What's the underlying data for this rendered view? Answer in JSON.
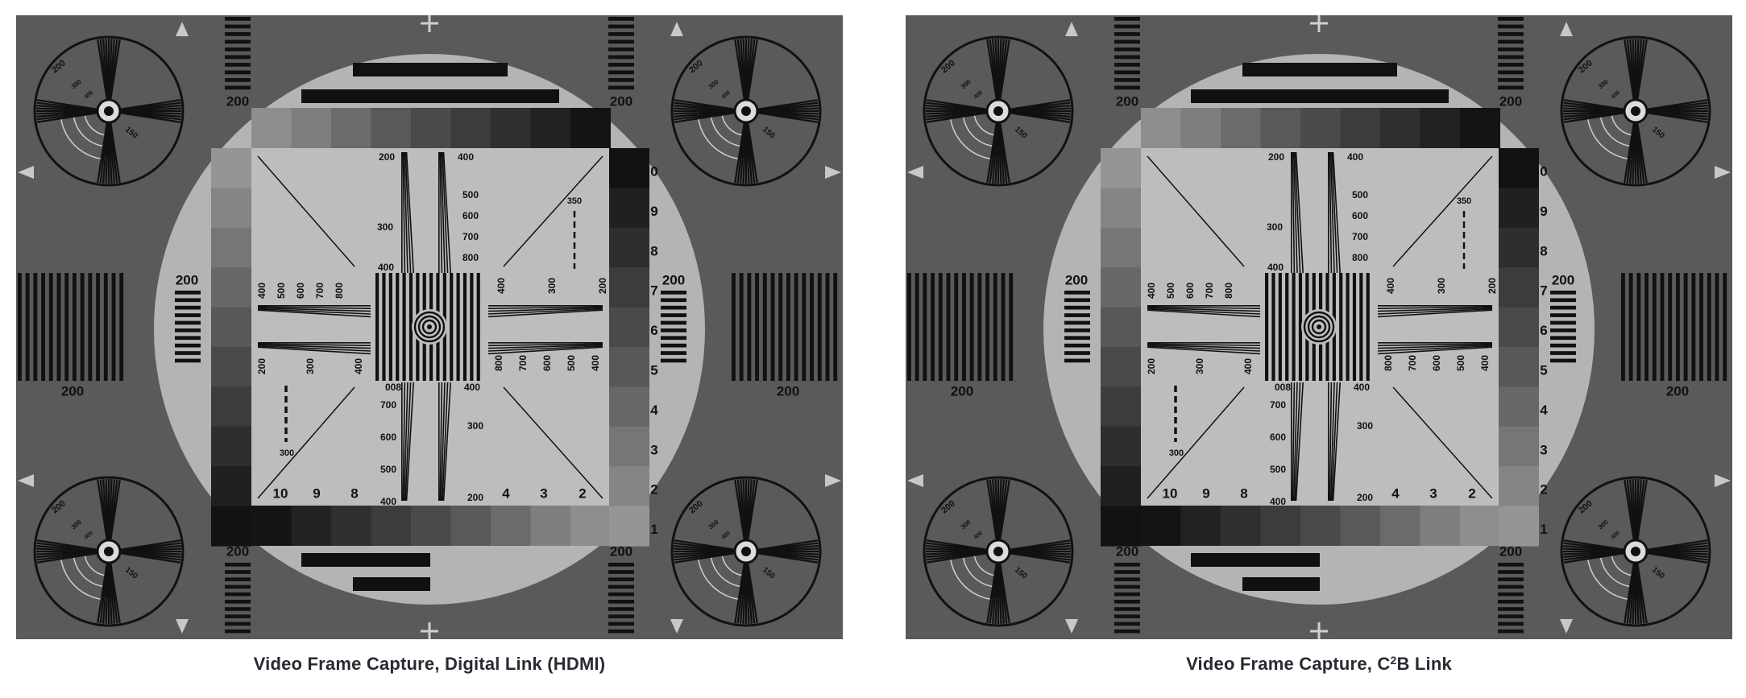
{
  "panels": [
    {
      "caption_prefix": "Video Frame Capture, Digital Link (HDMI)",
      "caption_sup": "",
      "caption_suffix": ""
    },
    {
      "caption_prefix": "Video Frame Capture, C",
      "caption_sup": "2",
      "caption_suffix": "B Link"
    }
  ],
  "chart_labels": {
    "resolution_200": "200",
    "wedge_top_left": "200",
    "wedge_top_right": "400",
    "wedge_top_ticks": [
      "500",
      "600",
      "700",
      "800"
    ],
    "wedge_top_left_tick": "300",
    "wedge_top_bottom_left": "400",
    "wedge_bottom_left": "008",
    "wedge_bottom_right": "400",
    "wedge_bottom_ticks": [
      "700",
      "600",
      "500",
      "400"
    ],
    "wedge_bottom_right_tick": "300",
    "wedge_bottom_right_end": "200",
    "h_wedge_left": [
      "400",
      "500",
      "600",
      "700",
      "800"
    ],
    "h_wedge_left_bottom": [
      "200",
      "300",
      "400"
    ],
    "h_wedge_right_top": [
      "400",
      "300",
      "200"
    ],
    "h_wedge_right_bottom": [
      "800",
      "700",
      "600",
      "500",
      "400"
    ],
    "corner_350": "350",
    "corner_300": "300",
    "right_scale": [
      "0",
      "9",
      "8",
      "7",
      "6",
      "5",
      "4",
      "3",
      "2",
      "1"
    ],
    "bottom_scale": [
      "10",
      "9",
      "8",
      "4",
      "3",
      "2"
    ],
    "dial_labels": [
      "200",
      "300",
      "400",
      "150"
    ]
  },
  "colors": {
    "outer_background": "#5a5a5a",
    "circle": "#b4b4b4",
    "inner_square": "#bdbdbd",
    "ink": "#111111"
  }
}
